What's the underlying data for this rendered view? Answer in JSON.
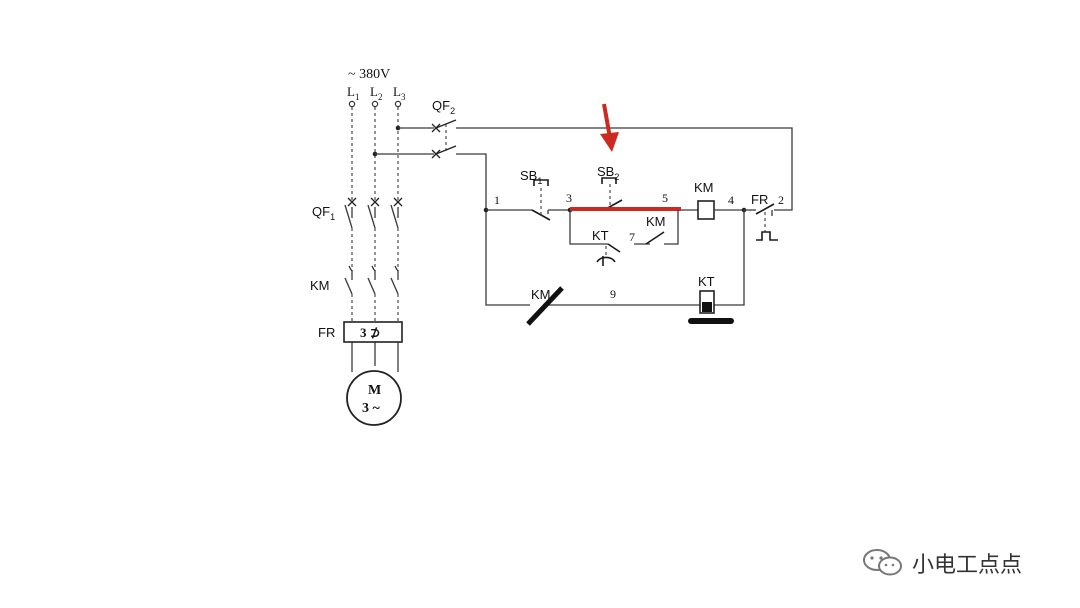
{
  "supply": {
    "voltage": "~ 380V",
    "phases": [
      "L",
      "L",
      "L"
    ],
    "phase_subs": [
      "1",
      "2",
      "3"
    ]
  },
  "power_circuit": {
    "breaker_main": {
      "name": "QF",
      "sub": "1"
    },
    "contactor": "KM",
    "overload": "FR",
    "overload_mark": "3 ⊅",
    "motor": {
      "line1": "M",
      "line2": "3 ~"
    }
  },
  "control_circuit": {
    "breaker": {
      "name": "QF",
      "sub": "2"
    },
    "stop_button": {
      "name": "SB",
      "sub": "1"
    },
    "start_button": {
      "name": "SB",
      "sub": "2"
    },
    "coil_label": "KM",
    "overload_contact": "FR",
    "timer_contact": "KT",
    "aux_contact": "KM",
    "nc_contact": "KM",
    "timer_coil": "KT",
    "nodes": {
      "n1": "1",
      "n2": "2",
      "n3": "3",
      "n4": "4",
      "n5": "5",
      "n7": "7",
      "n9": "9"
    }
  },
  "highlight": {
    "color": "#cc2a20"
  },
  "watermark": {
    "text": "小电工点点",
    "icon": "wechat-icon"
  }
}
